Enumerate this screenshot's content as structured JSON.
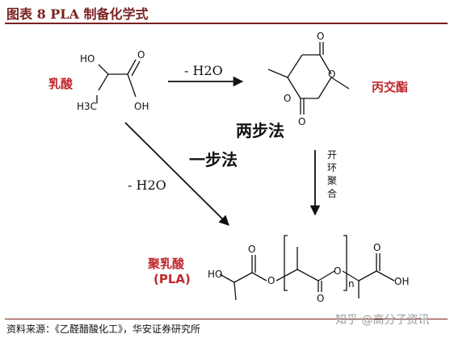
{
  "title": "图表 8 PLA 制备化学式",
  "labels": {
    "lactic_acid": "乳酸",
    "lactide": "丙交酯",
    "two_step": "两步法",
    "one_step": "一步法",
    "pla_name": "聚乳酸",
    "pla_abbr": "(PLA)",
    "minus_h2o_top": "- H2O",
    "minus_h2o_left": "- H2O",
    "ring_opening": [
      "开",
      "环",
      "聚",
      "合"
    ]
  },
  "atoms": {
    "ho": "HO",
    "h3c": "H3C",
    "oh": "OH",
    "o": "O",
    "n": "n"
  },
  "footer": {
    "source": "资料来源：《乙醛醋酸化工》，华安证券研究所",
    "watermark": "知乎 @高分子资讯"
  },
  "colors": {
    "title": "#7a1f1f",
    "accent_red": "#c0282d",
    "text": "#111111"
  }
}
